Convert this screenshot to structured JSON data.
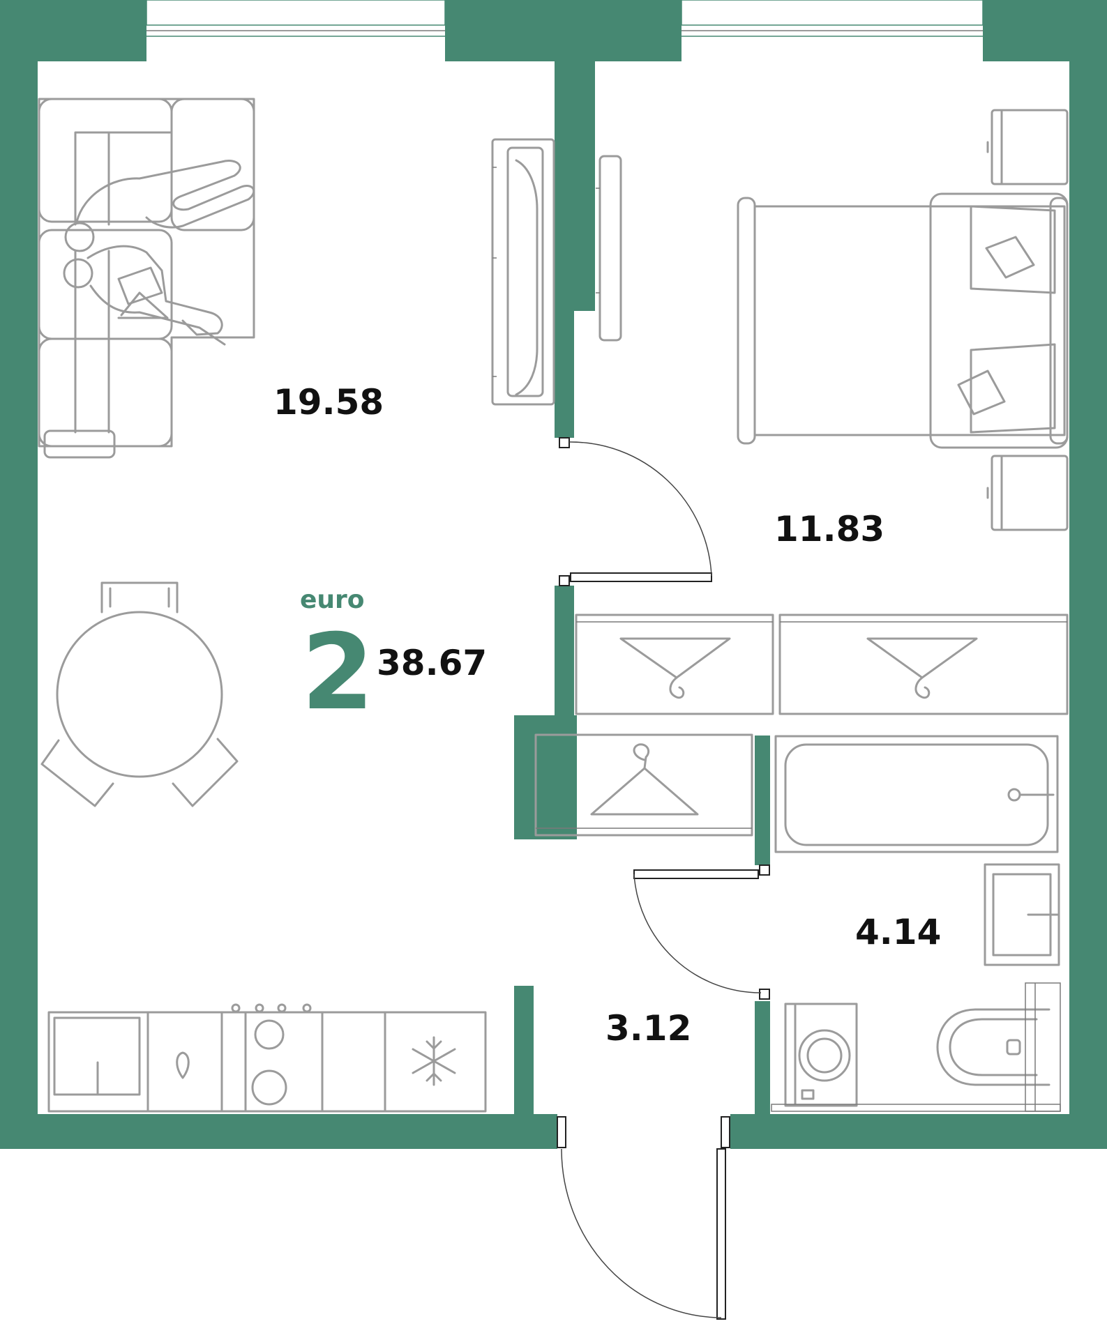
{
  "colors": {
    "wall": "#468872",
    "accent": "#468872",
    "furniture": "#9b9b9b",
    "text": "#111111"
  },
  "apartment": {
    "type_label": "euro",
    "rooms_count": "2",
    "total_area": "38.67"
  },
  "rooms": {
    "living_kitchen": {
      "area": "19.58"
    },
    "bedroom": {
      "area": "11.83"
    },
    "bathroom": {
      "area": "4.14"
    },
    "hallway": {
      "area": "3.12"
    }
  }
}
